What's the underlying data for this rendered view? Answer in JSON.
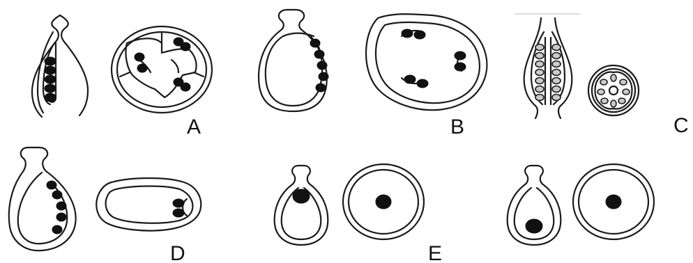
{
  "labels": {
    "a": "A",
    "b": "B",
    "c": "C",
    "d": "D",
    "e": "E"
  }
}
